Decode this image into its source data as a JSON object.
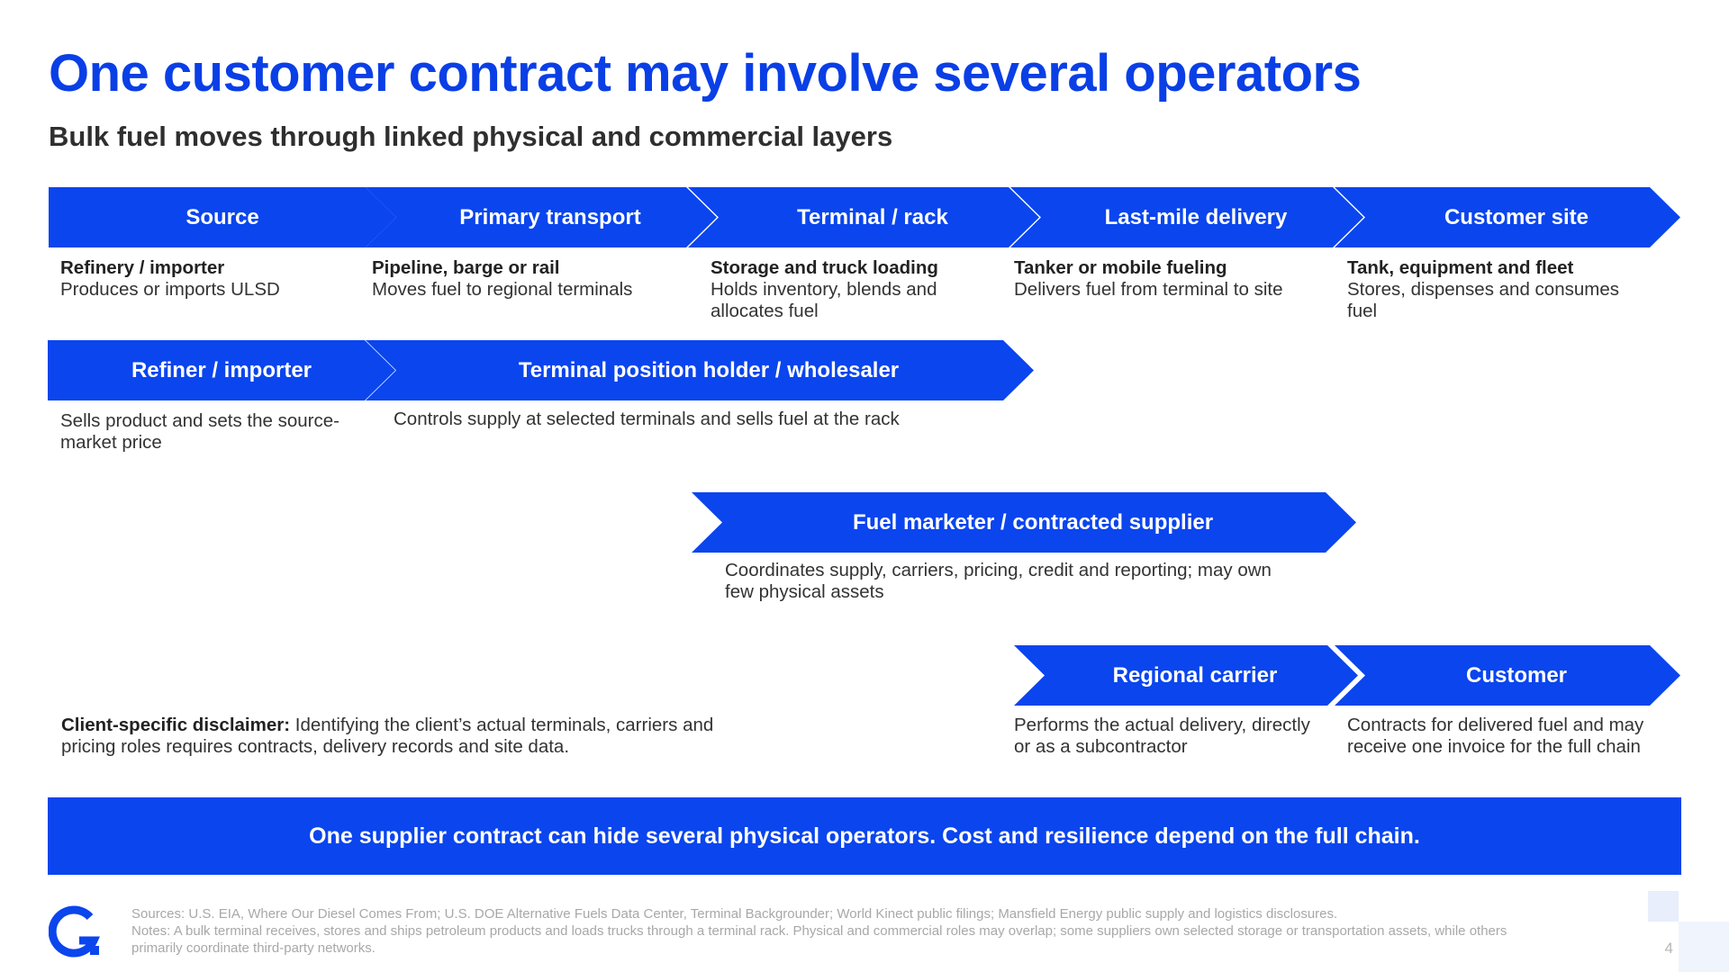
{
  "header": {
    "title": "One customer contract may involve several operators",
    "subtitle": "Bulk fuel moves through linked physical and commercial layers"
  },
  "physical_chain": [
    {
      "label": "Source",
      "desc_title": "Refinery / importer",
      "desc_text": "Produces or imports ULSD"
    },
    {
      "label": "Primary transport",
      "desc_title": "Pipeline, barge or rail",
      "desc_text": "Moves fuel to regional terminals"
    },
    {
      "label": "Terminal / rack",
      "desc_title": "Storage and truck loading",
      "desc_text": "Holds inventory, blends and allocates fuel"
    },
    {
      "label": "Last-mile delivery",
      "desc_title": "Tanker or mobile fueling",
      "desc_text": "Delivers fuel from terminal to site"
    },
    {
      "label": "Customer site",
      "desc_title": "Tank, equipment and fleet",
      "desc_text": "Stores, dispenses and consumes fuel"
    }
  ],
  "commercial_roles": {
    "refiner": {
      "label": "Refiner / importer",
      "desc": "Sells product and sets the source-market price"
    },
    "wholesaler": {
      "label": "Terminal position holder / wholesaler",
      "desc": "Controls supply at selected terminals and sells fuel at the rack"
    },
    "marketer": {
      "label": "Fuel marketer / contracted supplier",
      "desc": "Coordinates supply, carriers, pricing, credit and reporting; may own few physical assets"
    },
    "carrier": {
      "label": "Regional carrier",
      "desc": "Performs the actual delivery, directly or as a subcontractor"
    },
    "customer": {
      "label": "Customer",
      "desc": "Contracts for delivered fuel and may receive one invoice for the full chain"
    }
  },
  "disclaimer": {
    "lead": "Client-specific disclaimer:",
    "text": " Identifying the client’s actual terminals, carriers and pricing roles requires contracts, delivery records and site data."
  },
  "banner": "One supplier contract can hide several physical operators. Cost and resilience depend on the full chain.",
  "footer": {
    "sources": "Sources: U.S. EIA, Where Our Diesel Comes From; U.S. DOE Alternative Fuels Data Center, Terminal Backgrounder; World Kinect public filings; Mansfield Energy public supply and logistics disclosures.",
    "notes": "Notes: A bulk terminal receives, stores and ships petroleum products and loads trucks through a terminal rack. Physical and commercial roles may overlap; some suppliers own selected storage or transportation assets, while others primarily coordinate third-party networks."
  },
  "page_number": "4",
  "colors": {
    "accent": "#0a45ee",
    "title": "#0a3fe6",
    "footer_text": "#a8a8a8"
  },
  "icons": {
    "logo": "company-logo-icon"
  }
}
